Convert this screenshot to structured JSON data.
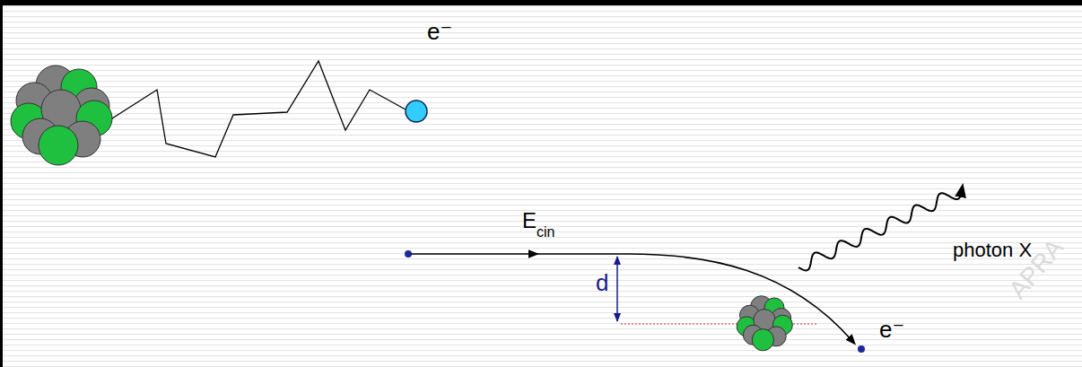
{
  "diagram": {
    "labels": [
      "e⁻",
      "E",
      "cin",
      "d",
      "photon X",
      "e⁻",
      "APRA"
    ]
  }
}
